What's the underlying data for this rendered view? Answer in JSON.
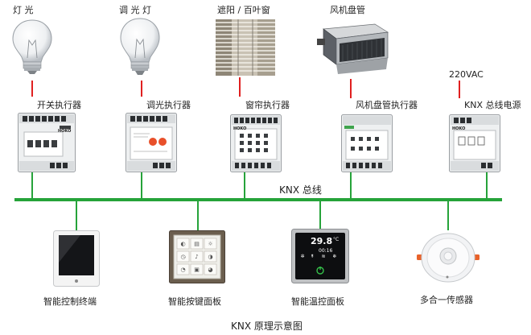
{
  "loads": {
    "lamp": "灯 光",
    "dimmer_lamp": "调 光 灯",
    "blinds": "遮阳 / 百叶窗",
    "fan_coil": "风机盘管",
    "power_input": "220VAC"
  },
  "actuators": {
    "switch": "开关执行器",
    "dimming": "调光执行器",
    "curtain": "窗帘执行器",
    "fan_coil": "风机盘管执行器",
    "power_supply": "KNX 总线电源"
  },
  "bus_label": "KNX 总线",
  "panels": {
    "smart_terminal": "智能控制终端",
    "button_panel": "智能按键面板",
    "thermostat": "智能温控面板",
    "sensor": "多合一传感器"
  },
  "thermostat_display": {
    "temperature": "29.8",
    "unit": "°C",
    "secondary": "00:16"
  },
  "device_brand": "HOKO",
  "caption": "KNX 原理示意图",
  "colors": {
    "bus": "#26a33a",
    "load_wire": "#e02020"
  }
}
